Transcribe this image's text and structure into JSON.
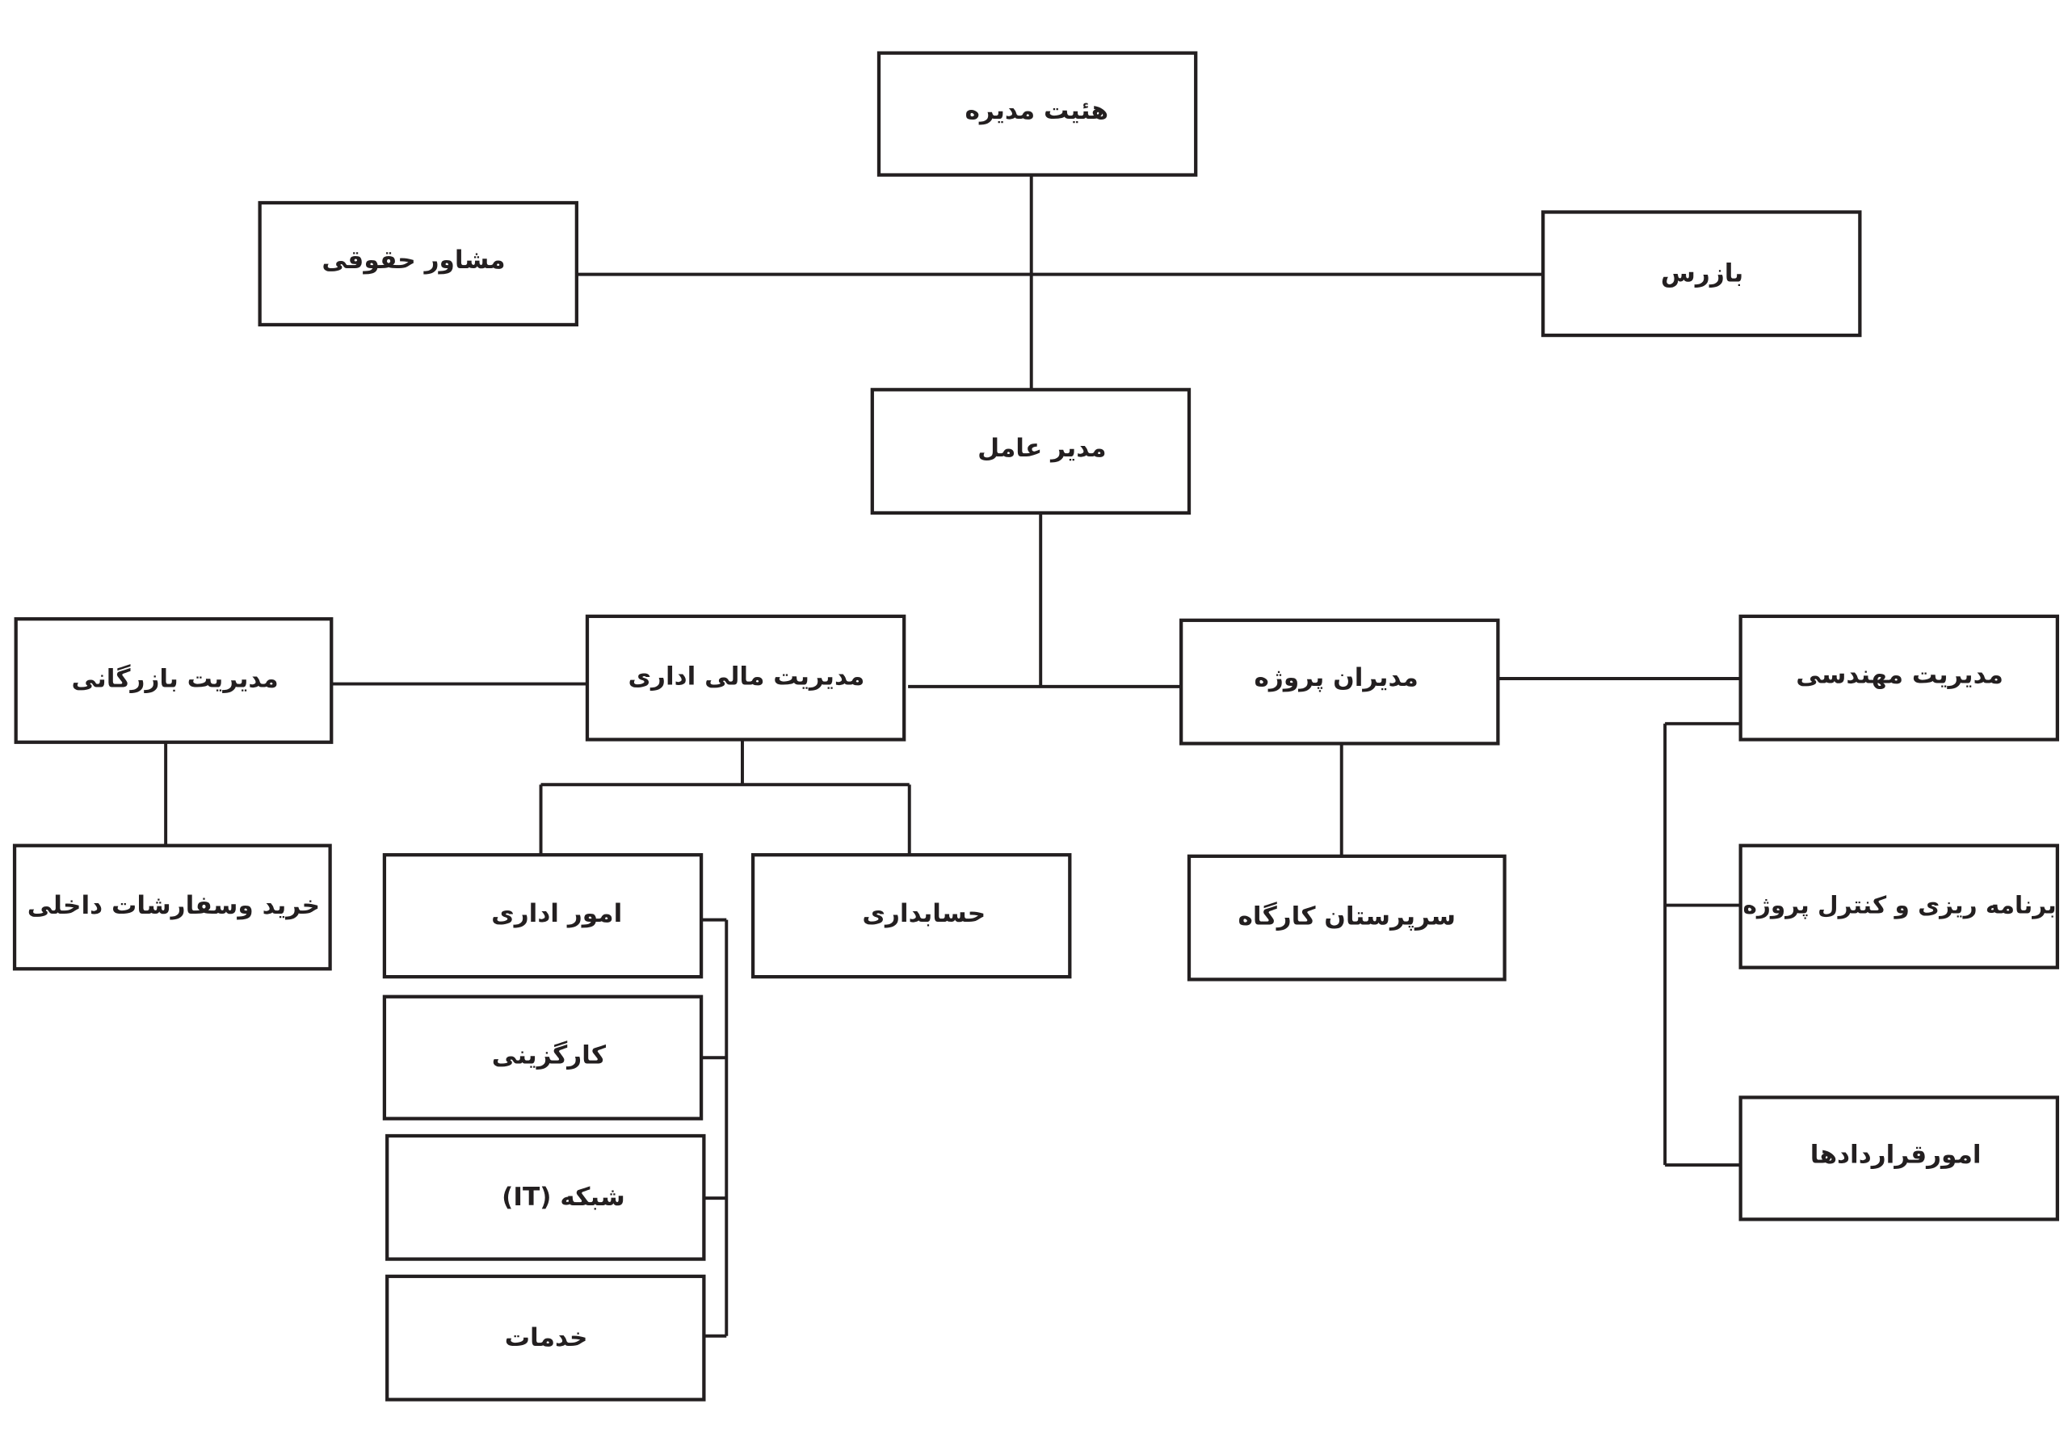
{
  "nodes": {
    "board": "هئیت مدیره",
    "legal_advisor": "مشاور حقوقی",
    "inspector": "بازرس",
    "ceo": "مدیر عامل",
    "commerce": "مدیریت بازرگانی",
    "finance_admin": "مدیریت مالی اداری",
    "project_managers": "مدیران پروژه",
    "engineering": "مدیریت مهندسی",
    "purchasing": "خرید وسفارشات داخلی",
    "admin_affairs": "امور اداری",
    "accounting": "حسابداری",
    "site_supervisors": "سرپرستان کارگاه",
    "planning_control": "برنامه ریزی و کنترل پروژه",
    "personnel": "کارگزینی",
    "network_it": "شبکه  (IT)",
    "services": "خدمات",
    "contracts": "امورقراردادها"
  }
}
